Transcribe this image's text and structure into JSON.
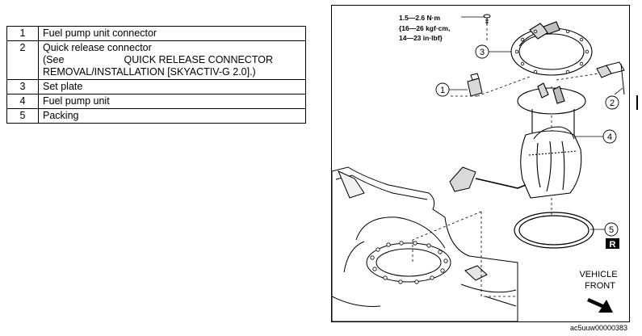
{
  "parts_table": {
    "rows": [
      {
        "num": "1",
        "lines": [
          "Fuel pump unit connector"
        ]
      },
      {
        "num": "2",
        "lines": [
          "Quick release connector"
        ],
        "ref_see": "(See",
        "ref_title": "QUICK RELEASE CONNECTOR",
        "ref_line2": "REMOVAL/INSTALLATION [SKYACTIV-G 2.0].)"
      },
      {
        "num": "3",
        "lines": [
          "Set plate"
        ]
      },
      {
        "num": "4",
        "lines": [
          "Fuel pump unit"
        ]
      },
      {
        "num": "5",
        "lines": [
          "Packing"
        ]
      }
    ]
  },
  "figure": {
    "torque_lines": [
      "1.5—2.6 N·m",
      "{16—26 kgf·cm,",
      "14—23 in·lbf}"
    ],
    "callouts": [
      "1",
      "2",
      "3",
      "4",
      "5"
    ],
    "replace_badge": "R",
    "vehicle_front": [
      "VEHICLE",
      "FRONT"
    ],
    "figure_id": "ac5uuw00000383"
  }
}
